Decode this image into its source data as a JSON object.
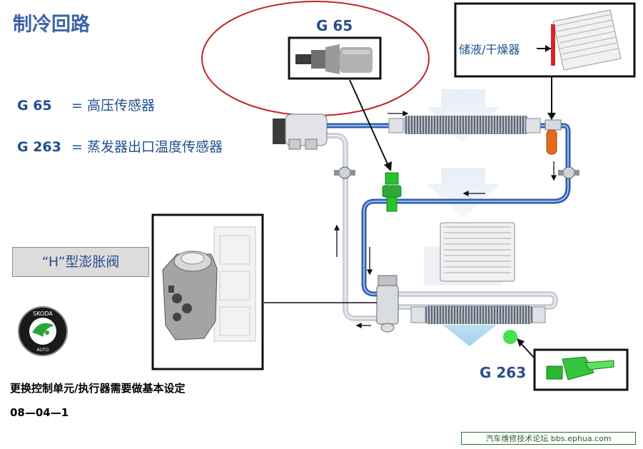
{
  "title": "制冷回路",
  "legend": [
    {
      "code": "G 65",
      "sep": "=",
      "text": "高压传感器"
    },
    {
      "code": "G 263",
      "sep": "=",
      "text": "蒸发器出口温度传感器"
    }
  ],
  "h_valve_label": "“H”型澎胀阀",
  "g65_label": "G 65",
  "g263_label": "G 263",
  "dryer_label": "储液/干燥器",
  "bottom_note": "更换控制单元/执行器需要做基本设定",
  "bottom_code": "08—04—1",
  "footer": "汽车维修技术论坛 bbs.ephua.com",
  "logo_text": "SKODA",
  "logo_subtext": "AUTO",
  "colors": {
    "title": "#3d63a8",
    "pipe_blue": "#2f5fb0",
    "pipe_gray": "#c9ced6",
    "sensor_green": "#22c22e",
    "highlight_red": "#c0262c"
  }
}
